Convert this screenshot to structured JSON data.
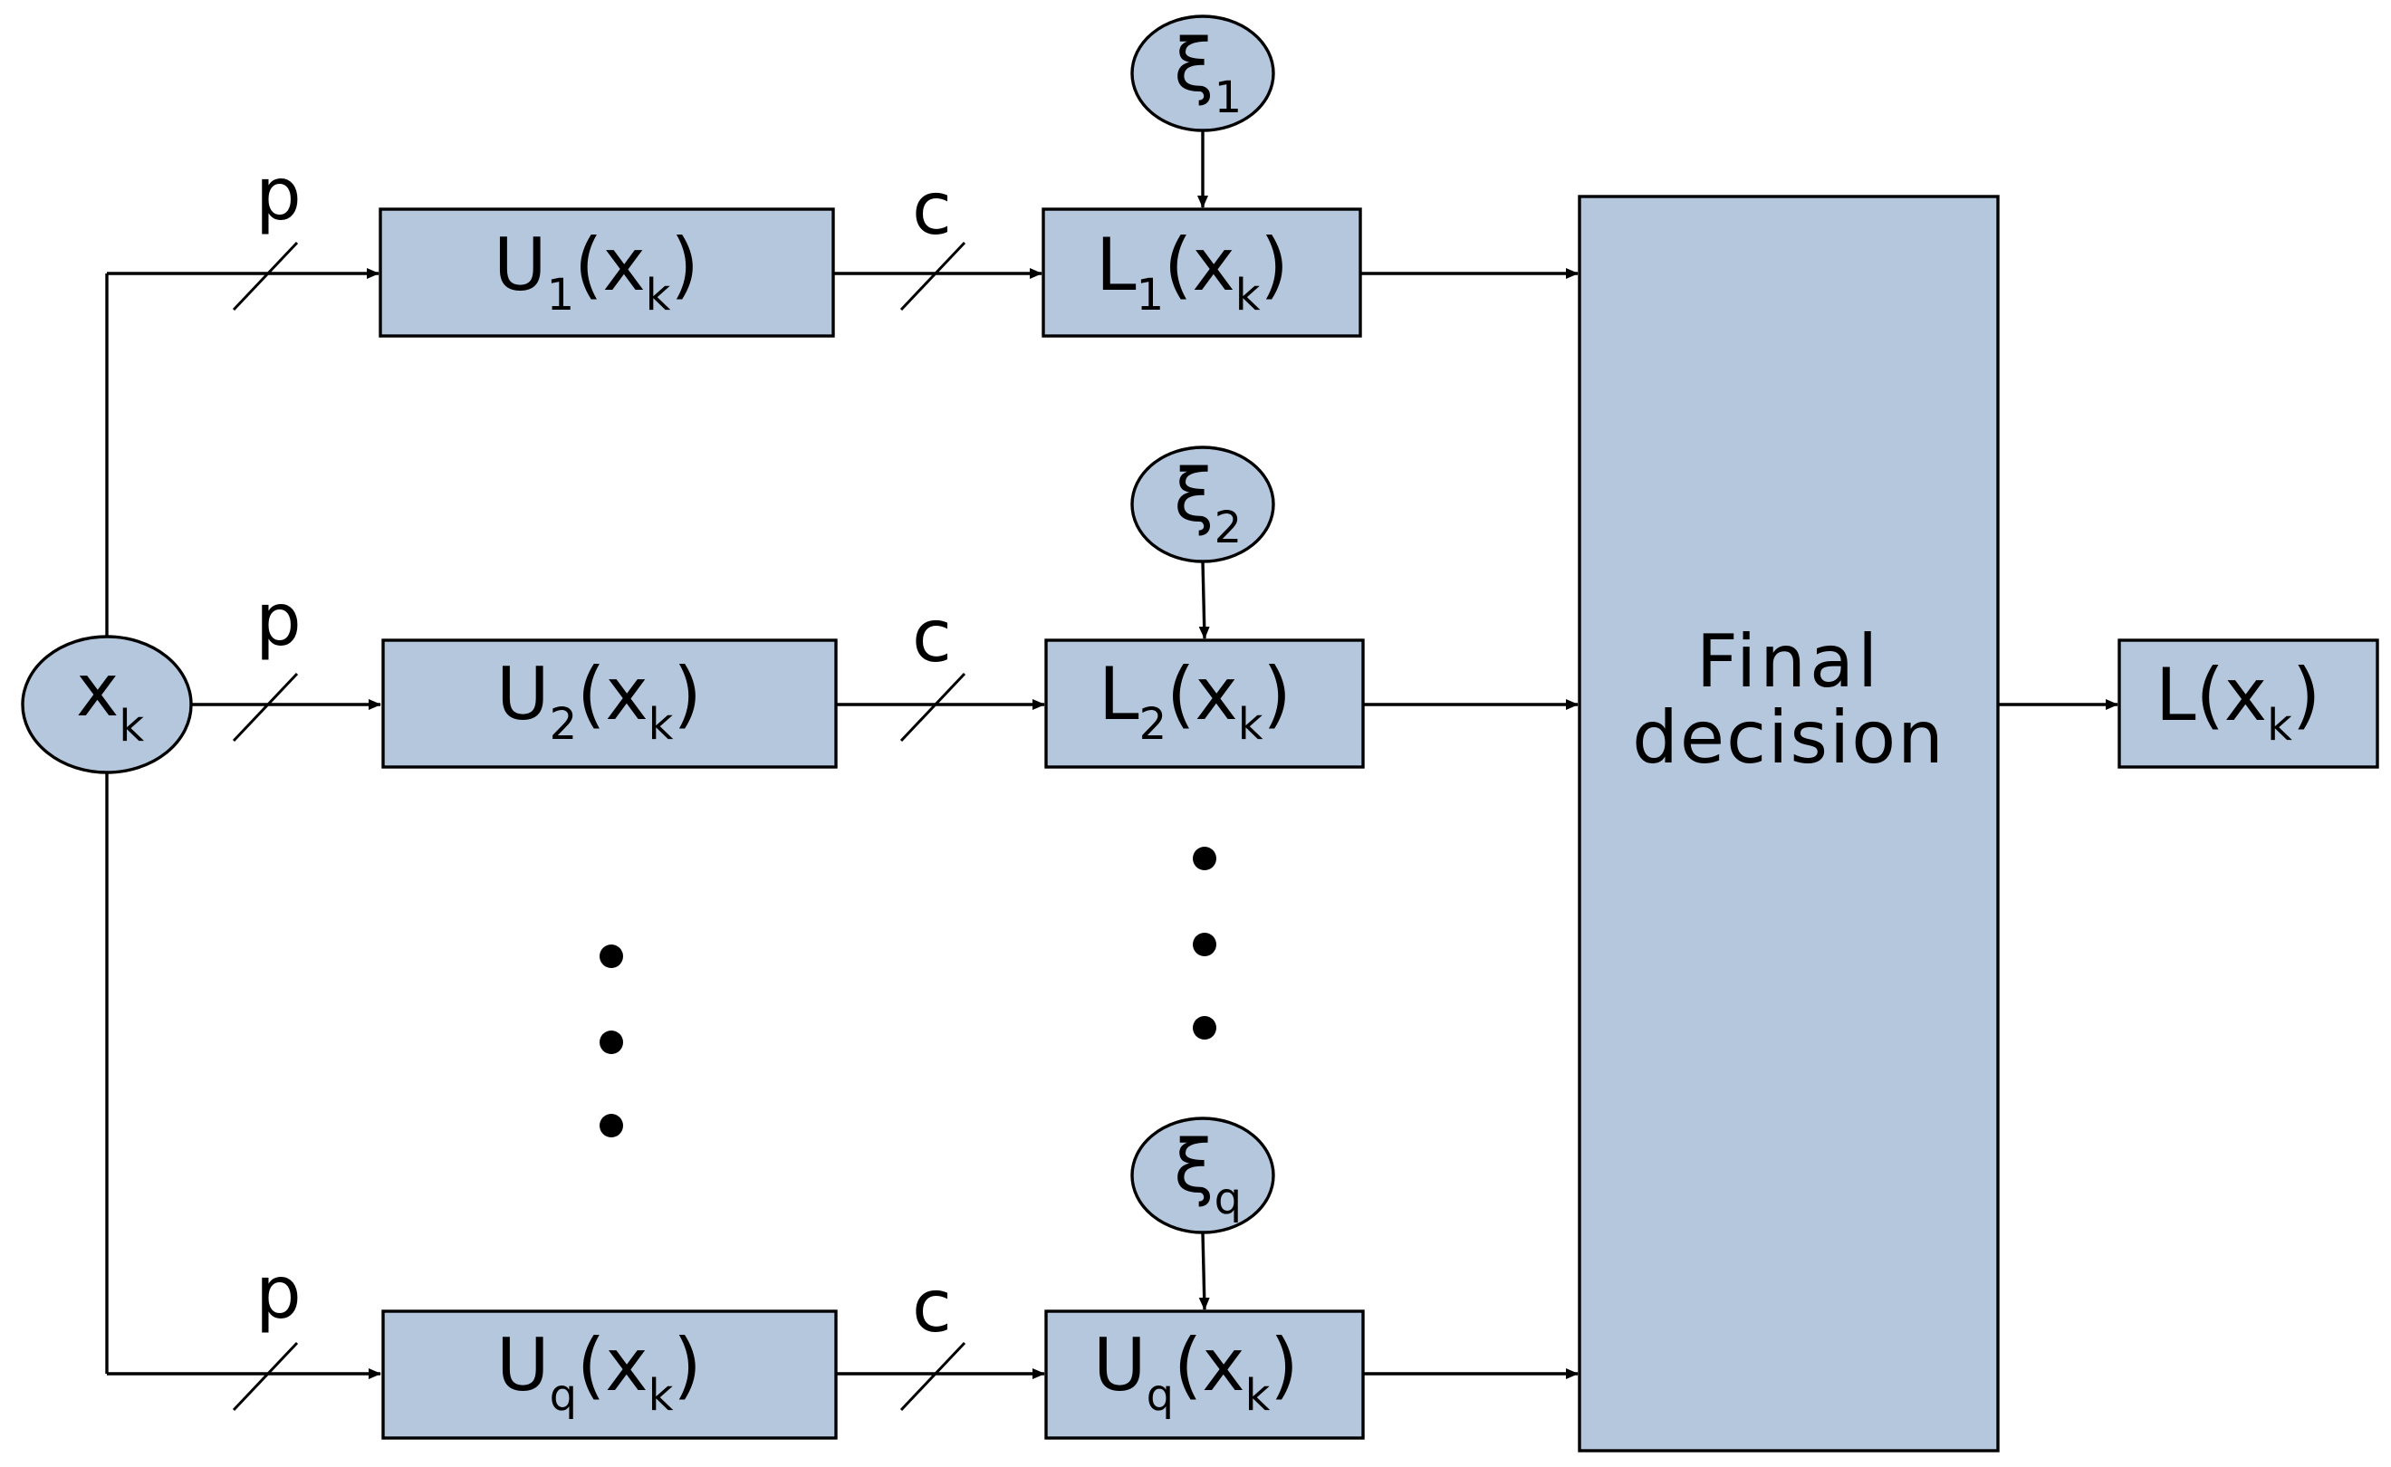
{
  "input": {
    "main": "x",
    "sub": "k"
  },
  "bus_labels": {
    "p": "p",
    "c": "c"
  },
  "rows": [
    {
      "u_main": "U",
      "u_sub": "1",
      "l_main": "L",
      "l_sub": "1",
      "arg_main": "x",
      "arg_sub": "k",
      "xi_main": "ξ",
      "xi_sub": "1"
    },
    {
      "u_main": "U",
      "u_sub": "2",
      "l_main": "L",
      "l_sub": "2",
      "arg_main": "x",
      "arg_sub": "k",
      "xi_main": "ξ",
      "xi_sub": "2"
    },
    {
      "u_main": "U",
      "u_sub": "q",
      "l_main": "U",
      "l_sub": "q",
      "arg_main": "x",
      "arg_sub": "k",
      "xi_main": "ξ",
      "xi_sub": "q"
    }
  ],
  "final_decision": {
    "line1": "Final",
    "line2": "decision"
  },
  "output": {
    "main": "L",
    "arg_main": "x",
    "arg_sub": "k"
  },
  "colors": {
    "box_fill": "#b4c7dd",
    "stroke": "#000000"
  }
}
